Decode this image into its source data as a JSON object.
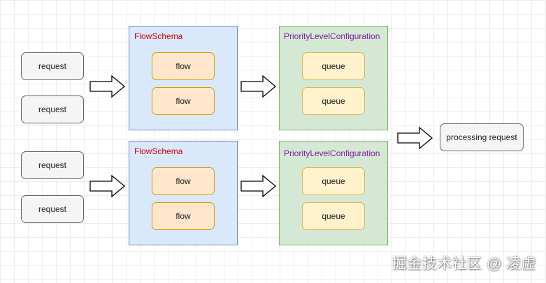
{
  "diagram": {
    "requests": [
      "request",
      "request",
      "request",
      "request"
    ],
    "flowschemas": [
      {
        "title": "FlowSchema",
        "flows": [
          "flow",
          "flow"
        ]
      },
      {
        "title": "FlowSchema",
        "flows": [
          "flow",
          "flow"
        ]
      }
    ],
    "priority_levels": [
      {
        "title": "PriorityLevelConfiguration",
        "queues": [
          "queue",
          "queue"
        ]
      },
      {
        "title": "PriorityLevelConfiguration",
        "queues": [
          "queue",
          "queue"
        ]
      }
    ],
    "output": "processing request",
    "colors": {
      "request_fill": "#f5f5f5",
      "flowschema_fill": "#dae8fc",
      "flowschema_border": "#6c8ebf",
      "flowschema_title": "#cc0000",
      "flow_fill": "#ffe6cc",
      "flow_border": "#d79b00",
      "plc_fill": "#d5e8d4",
      "plc_border": "#82b366",
      "plc_title": "#7a1fa2",
      "queue_fill": "#fff2cc",
      "queue_border": "#d6b656"
    },
    "icons": [
      "right-arrow-icon"
    ]
  },
  "watermark": "掘金技术社区 @ 凌虚"
}
